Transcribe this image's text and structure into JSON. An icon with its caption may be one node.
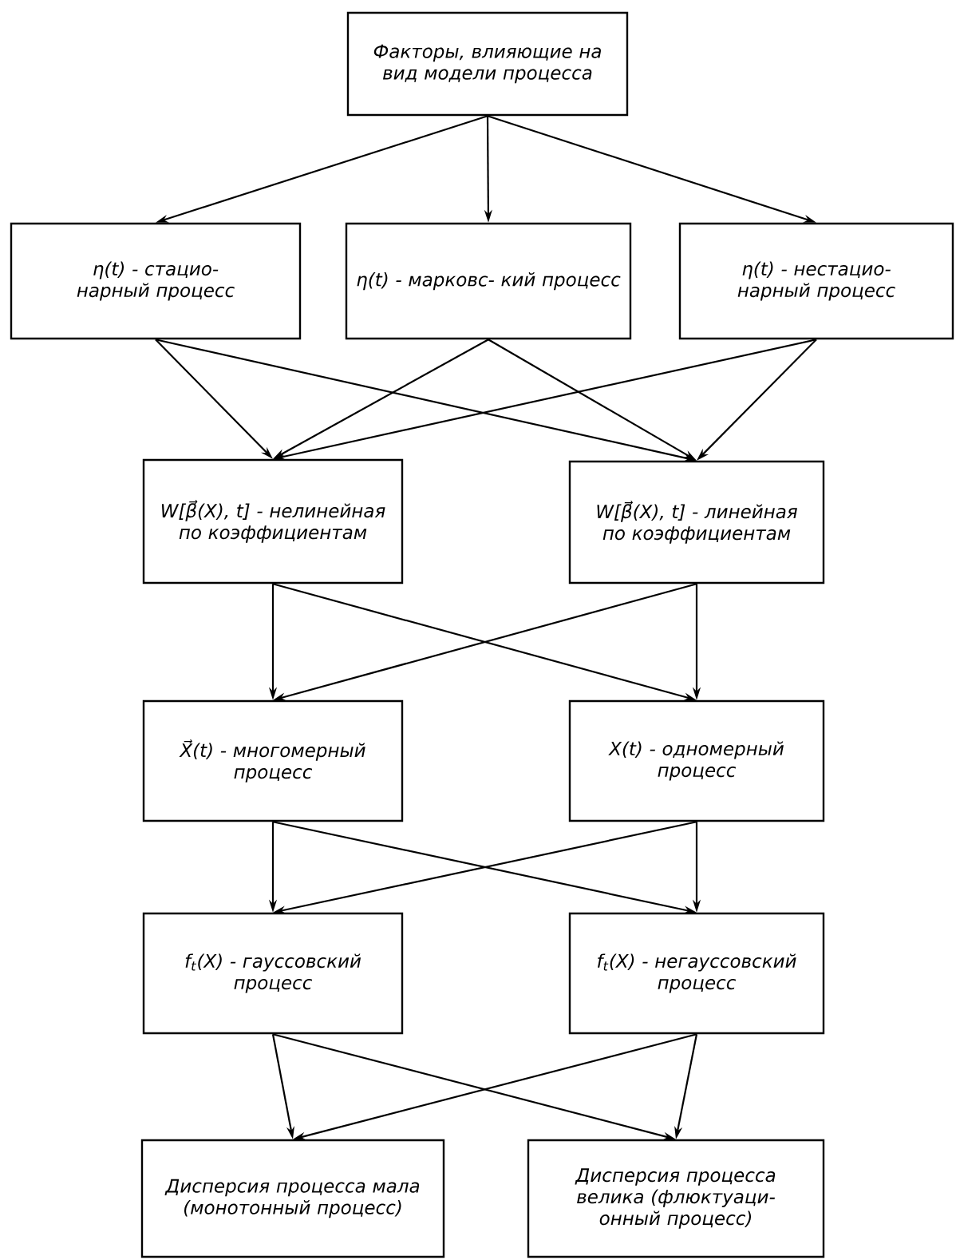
{
  "diagram": {
    "nodes": [
      {
        "text": [
          "Факторы, влияющие на вид модели процесса"
        ]
      },
      {
        "text": [
          "η(t) - стацио- нарный процесс"
        ]
      },
      {
        "text": [
          "η(t) - марковс- кий процесс"
        ]
      },
      {
        "text": [
          "η(t) - нестацио- нарный процесс"
        ]
      },
      {
        "text": [
          "W[β⃗(X), t] - нелинейная по коэффициентам"
        ]
      },
      {
        "text": [
          "W[β⃗(X), t] - линейная по коэффициентам"
        ]
      },
      {
        "text": [
          "X⃗(t) - многомерный процесс"
        ]
      },
      {
        "text": [
          "X(t) - одномерный процесс"
        ]
      },
      {
        "text": [
          "f$_{t}$(X) - гауссовский процесс"
        ]
      },
      {
        "text": [
          "f$_{t}$(X) - негауссовский процесс"
        ]
      },
      {
        "text": [
          "Дисперсия процесса мала (монотонный процесс)"
        ]
      },
      {
        "text": [
          "Дисперсия процесса велика (флюктуаци- онный процесс)"
        ]
      }
    ],
    "edges": [
      {
        "from": 0,
        "to": 1,
        "arrow": "to"
      },
      {
        "from": 0,
        "to": 2,
        "arrow": "to"
      },
      {
        "from": 0,
        "to": 3,
        "arrow": "to"
      },
      {
        "from": 1,
        "to": 4,
        "arrow": "to"
      },
      {
        "from": 1,
        "to": 5,
        "arrow": "to"
      },
      {
        "from": 2,
        "to": 4,
        "arrow": "to"
      },
      {
        "from": 2,
        "to": 5,
        "arrow": "to"
      },
      {
        "from": 3,
        "to": 4,
        "arrow": "to"
      },
      {
        "from": 3,
        "to": 5,
        "arrow": "to"
      },
      {
        "from": 4,
        "to": 6,
        "arrow": "to"
      },
      {
        "from": 4,
        "to": 7,
        "arrow": "to"
      },
      {
        "from": 5,
        "to": 6,
        "arrow": "to"
      },
      {
        "from": 5,
        "to": 7,
        "arrow": "to"
      },
      {
        "from": 6,
        "to": 8,
        "arrow": "to"
      },
      {
        "from": 6,
        "to": 9,
        "arrow": "to"
      },
      {
        "from": 7,
        "to": 8,
        "arrow": "to"
      },
      {
        "from": 7,
        "to": 9,
        "arrow": "to"
      },
      {
        "from": 8,
        "to": 10,
        "arrow": "to"
      },
      {
        "from": 8,
        "to": 11,
        "arrow": "to"
      },
      {
        "from": 9,
        "to": 10,
        "arrow": "to"
      },
      {
        "from": 9,
        "to": 11,
        "arrow": "to"
      }
    ]
  }
}
